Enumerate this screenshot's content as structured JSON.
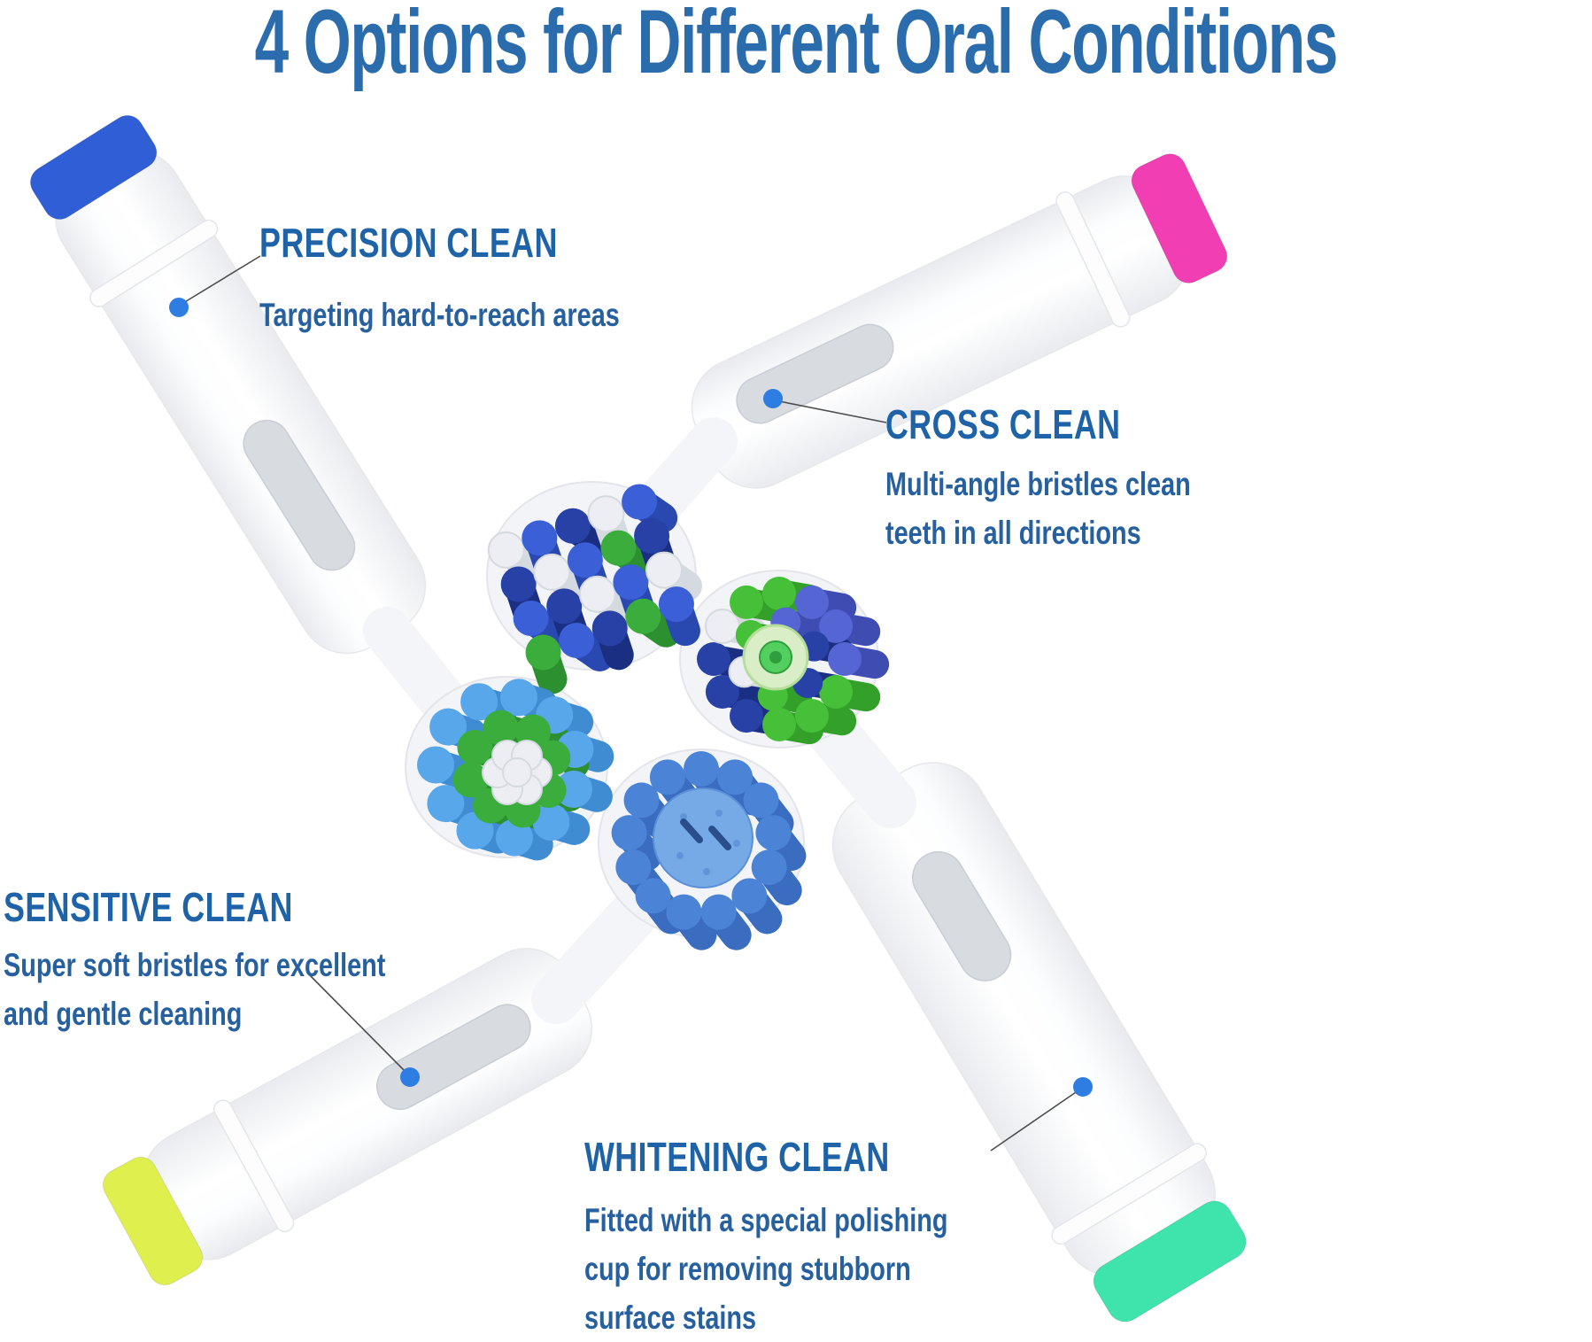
{
  "title": "4 Options for Different Oral Conditions",
  "options": [
    {
      "id": "precision",
      "label": "PRECISION CLEAN",
      "description_lines": [
        "Targeting hard-to-reach areas"
      ],
      "cap_color": "#2f5ed6"
    },
    {
      "id": "cross",
      "label": "CROSS CLEAN",
      "description_lines": [
        "Multi-angle bristles clean",
        "teeth in all directions"
      ],
      "cap_color": "#f23eb3"
    },
    {
      "id": "sensitive",
      "label": "SENSITIVE CLEAN",
      "description_lines": [
        "Super soft bristles for excellent",
        "and gentle cleaning"
      ],
      "cap_color": "#dff04e"
    },
    {
      "id": "whitening",
      "label": "WHITENING CLEAN",
      "description_lines": [
        "Fitted with a special polishing",
        "cup for removing stubborn",
        "surface stains"
      ],
      "cap_color": "#3fe3ac"
    }
  ],
  "colors": {
    "titleBlue": "#2b6cad",
    "headingBlue": "#1e63a8",
    "bodyBlue": "#27609f",
    "dotBlue": "#2e7de2",
    "leadLine": "#4d4d4d",
    "navy": "#2741a6",
    "navyD": "#1b2f82",
    "blue": "#3a5fd6",
    "blueD": "#2a49b0",
    "peri": "#5565d4",
    "periD": "#3f4cb2",
    "lblue": "#58a7ea",
    "lblueD": "#3f8cd2",
    "mblue": "#4b84d6",
    "mblueD": "#3a6cc0",
    "green": "#3aad3c",
    "greenD": "#2c8f30",
    "bgreen": "#46c038",
    "bgreenD": "#33a02a",
    "wtuft": "#eceef3",
    "wtuftD": "#d5d9e0",
    "cupBlue": "#76aae6",
    "rosettePale": "#d9edc6",
    "rosetteGreen": "#52cf5e"
  }
}
